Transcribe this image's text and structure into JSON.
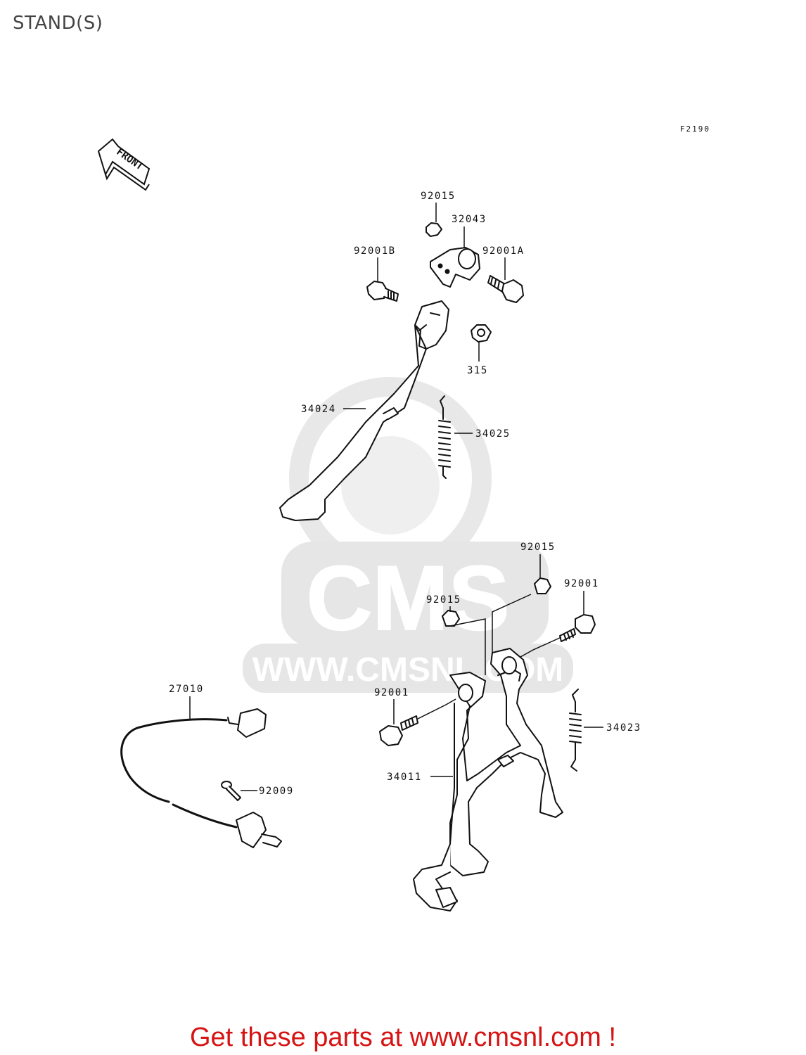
{
  "page": {
    "title": "STAND(S)",
    "figure_code": "F2190",
    "front_arrow_label": "FRONT",
    "watermark": {
      "logo": "CMS",
      "url": "WWW.CMSNL.COM"
    },
    "footer_text": "Get these parts at www.cmsnl.com !",
    "colors": {
      "footer": "#d61414",
      "line": "#111111",
      "watermark": "#e6e6e6"
    }
  },
  "parts": [
    {
      "id": "label-92015-top",
      "number": "92015"
    },
    {
      "id": "label-32043",
      "number": "32043"
    },
    {
      "id": "label-92001b",
      "number": "92001B"
    },
    {
      "id": "label-92001a",
      "number": "92001A"
    },
    {
      "id": "label-315",
      "number": "315"
    },
    {
      "id": "label-34024",
      "number": "34024"
    },
    {
      "id": "label-34025",
      "number": "34025"
    },
    {
      "id": "label-92015-right",
      "number": "92015"
    },
    {
      "id": "label-92001-right",
      "number": "92001"
    },
    {
      "id": "label-92015-mid",
      "number": "92015"
    },
    {
      "id": "label-27010",
      "number": "27010"
    },
    {
      "id": "label-92001-left",
      "number": "92001"
    },
    {
      "id": "label-34023",
      "number": "34023"
    },
    {
      "id": "label-92009",
      "number": "92009"
    },
    {
      "id": "label-34011",
      "number": "34011"
    }
  ]
}
